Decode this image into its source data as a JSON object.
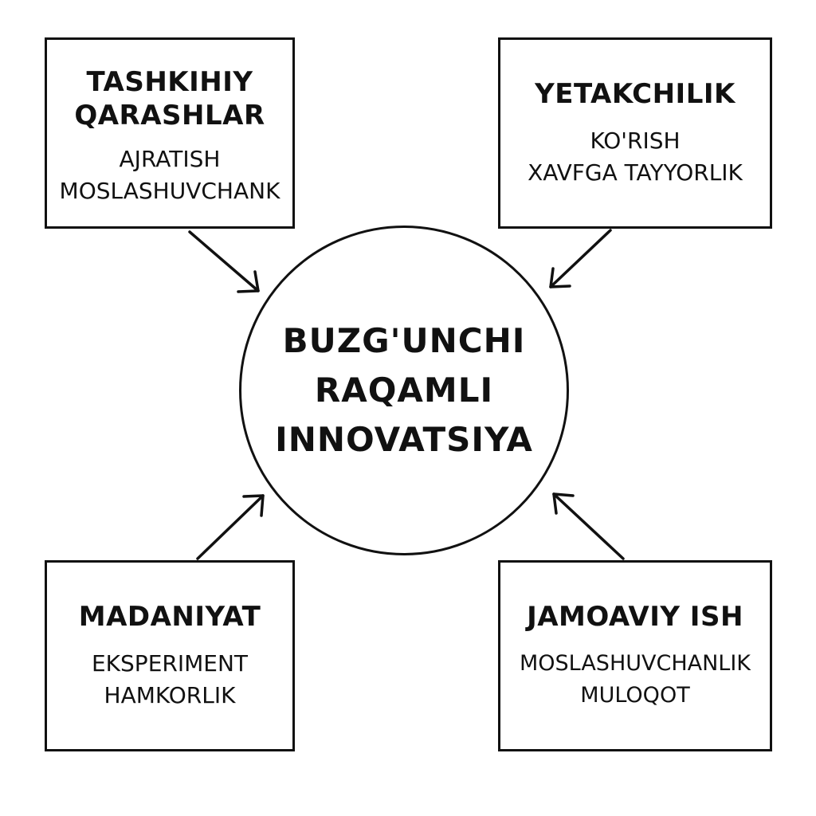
{
  "center": {
    "title": "BUZG'UNCHI\nRAQAMLI\nINNOVATSIYA"
  },
  "boxes": {
    "top_left": {
      "title": "TASHKIHIY\nQARASHLAR",
      "items": [
        "AJRATISH",
        "MOSLASHUVCHANK"
      ]
    },
    "top_right": {
      "title": "YETAKCHILIK",
      "items": [
        "KO'RISH",
        "XAVFGA TAYYORLIK"
      ]
    },
    "bottom_left": {
      "title": "MADANIYAT",
      "items": [
        "EKSPERIMENT",
        "HAMKORLIK"
      ]
    },
    "bottom_right": {
      "title": "JAMOAVIY ISH",
      "items": [
        "MOSLASHUVCHANLIK",
        "MULOQOT"
      ]
    }
  },
  "colors": {
    "stroke": "#111111",
    "background": "#ffffff"
  }
}
